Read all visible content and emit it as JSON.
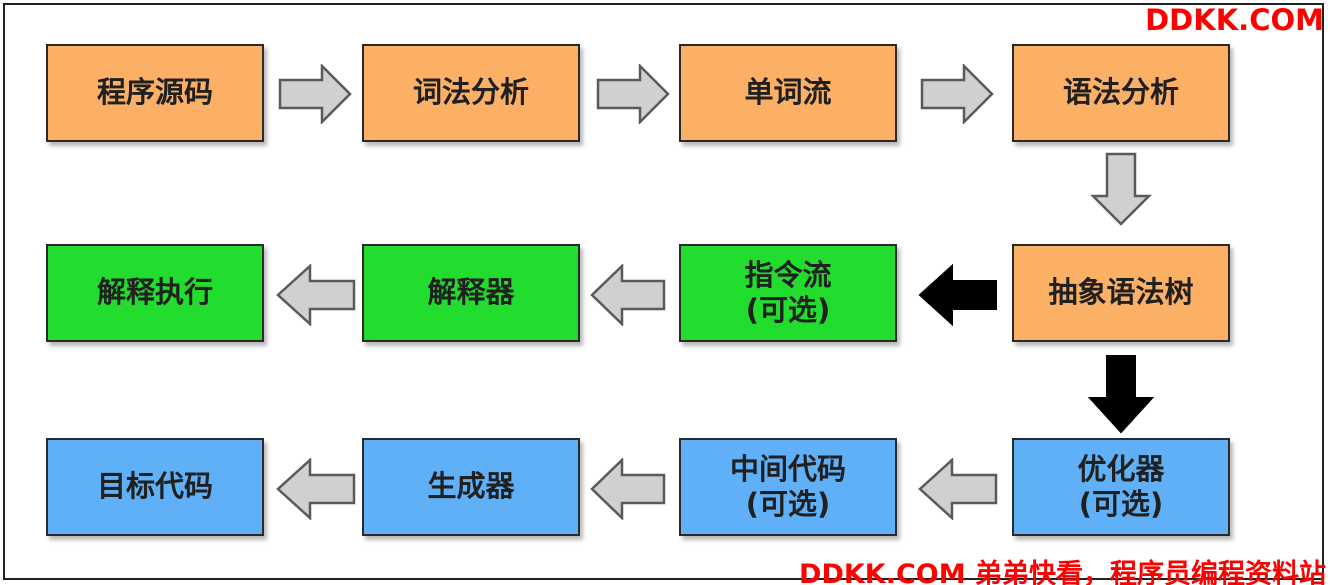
{
  "colors": {
    "orange": "#fbb065",
    "green": "#22dd2e",
    "blue": "#5fb0f7",
    "arrow_gray_fill": "#d0d0d0",
    "arrow_gray_stroke": "#5a5a5a",
    "arrow_black": "#000000",
    "watermark": "#ff0000"
  },
  "watermark": {
    "top": "DDKK.COM",
    "bottom": "DDKK.COM 弟弟快看，程序员编程资料站"
  },
  "nodes": {
    "source_code": {
      "label": "程序源码",
      "color": "orange"
    },
    "lexical_analysis": {
      "label": "词法分析",
      "color": "orange"
    },
    "token_stream": {
      "label": "单词流",
      "color": "orange"
    },
    "syntax_analysis": {
      "label": "语法分析",
      "color": "orange"
    },
    "ast": {
      "label": "抽象语法树",
      "color": "orange"
    },
    "instruction_stream": {
      "label": "指令流",
      "sub": "(可选)",
      "color": "green"
    },
    "interpreter": {
      "label": "解释器",
      "color": "green"
    },
    "interpret_execute": {
      "label": "解释执行",
      "color": "green"
    },
    "optimizer": {
      "label": "优化器",
      "sub": "(可选)",
      "color": "blue"
    },
    "intermediate_code": {
      "label": "中间代码",
      "sub": "(可选)",
      "color": "blue"
    },
    "generator": {
      "label": "生成器",
      "color": "blue"
    },
    "target_code": {
      "label": "目标代码",
      "color": "blue"
    }
  },
  "edges": [
    {
      "from": "source_code",
      "to": "lexical_analysis",
      "style": "gray"
    },
    {
      "from": "lexical_analysis",
      "to": "token_stream",
      "style": "gray"
    },
    {
      "from": "token_stream",
      "to": "syntax_analysis",
      "style": "gray"
    },
    {
      "from": "syntax_analysis",
      "to": "ast",
      "style": "gray"
    },
    {
      "from": "ast",
      "to": "instruction_stream",
      "style": "black"
    },
    {
      "from": "instruction_stream",
      "to": "interpreter",
      "style": "gray"
    },
    {
      "from": "interpreter",
      "to": "interpret_execute",
      "style": "gray"
    },
    {
      "from": "ast",
      "to": "optimizer",
      "style": "black"
    },
    {
      "from": "optimizer",
      "to": "intermediate_code",
      "style": "gray"
    },
    {
      "from": "intermediate_code",
      "to": "generator",
      "style": "gray"
    },
    {
      "from": "generator",
      "to": "target_code",
      "style": "gray"
    }
  ]
}
